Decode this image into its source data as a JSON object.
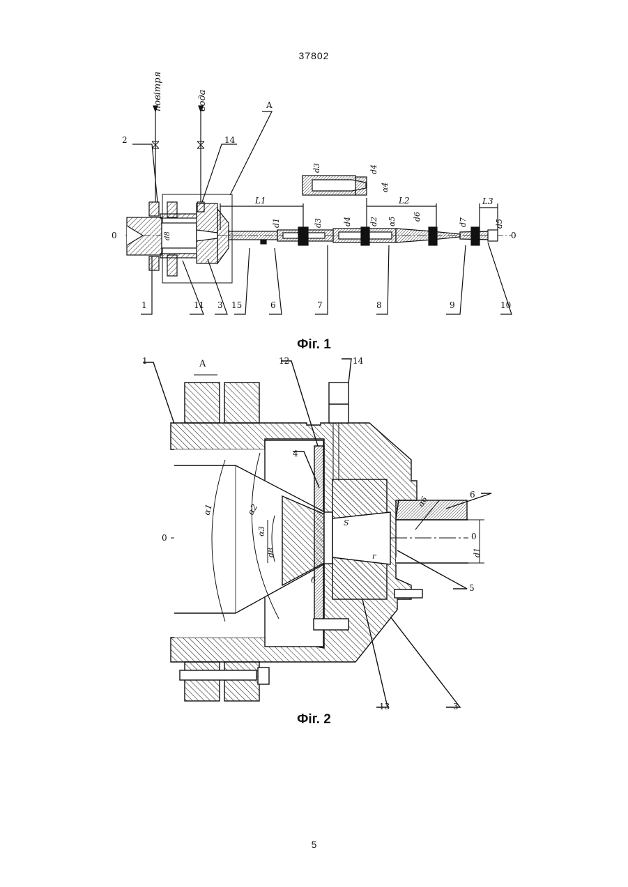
{
  "page": {
    "header_number": "37802",
    "footer_number": "5"
  },
  "figure1": {
    "caption": "Фіг. 1",
    "inlet_air": "повітря",
    "inlet_water": "вода",
    "detail_ref": "A",
    "axis": "0",
    "part_numbers_top": [
      "2",
      "14"
    ],
    "part_numbers_bottom": [
      "1",
      "11",
      "3",
      "15",
      "6",
      "7",
      "8",
      "9",
      "10"
    ],
    "dims": {
      "L1": "L1",
      "L2": "L2",
      "L3": "L3",
      "d1": "d1",
      "d2": "d2",
      "d3": "d3",
      "d4": "d4",
      "d5": "d5",
      "d6": "d6",
      "d7": "d7",
      "d8": "d8",
      "a4": "α4",
      "a5": "α5"
    }
  },
  "figure2": {
    "caption": "Фіг. 2",
    "detail_ref": "A",
    "axis": "0",
    "part_numbers": [
      "1",
      "12",
      "14",
      "4",
      "6",
      "5",
      "3",
      "13"
    ],
    "dims": {
      "a1": "α1",
      "a2": "α2",
      "a3": "α3",
      "a6": "α6",
      "d8": "d8",
      "d1": "d1",
      "s": "S",
      "b": "б",
      "r": "r"
    }
  }
}
